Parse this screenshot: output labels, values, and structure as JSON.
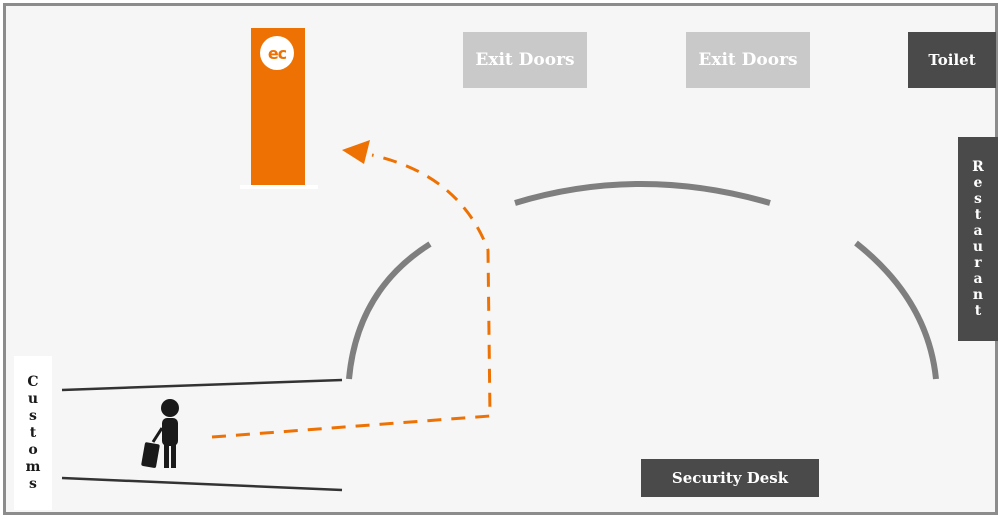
{
  "labels": {
    "exit_doors_1": "Exit Doors",
    "exit_doors_2": "Exit Doors",
    "toilet": "Toilet",
    "restaurant": [
      "R",
      "e",
      "s",
      "t",
      "a",
      "u",
      "r",
      "a",
      "n",
      "t"
    ],
    "customs": [
      "C",
      "u",
      "s",
      "t",
      "o",
      "m",
      "s"
    ],
    "security_desk": "Security Desk",
    "logo": "ec"
  },
  "colors": {
    "brand_orange": "#ee7203",
    "exit_gray": "#c9c9c9",
    "dark_box": "#4a4a4a",
    "arc_gray": "#7f7f7f",
    "frame": "#8c8c8c"
  },
  "icons": {
    "traveler": "person-with-suitcase-icon",
    "path": "dashed-orange-route-arrow"
  }
}
